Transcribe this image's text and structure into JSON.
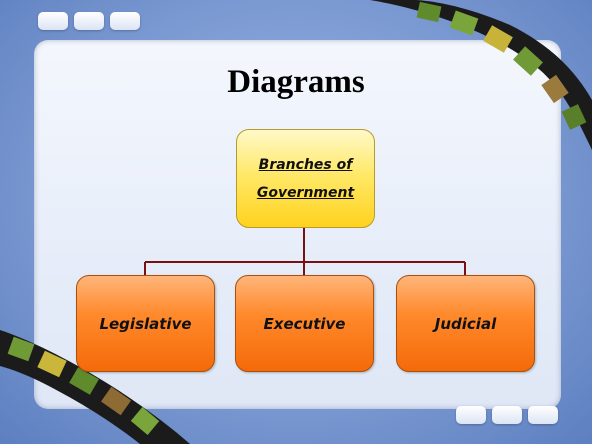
{
  "slide": {
    "title": "Diagrams"
  },
  "diagram": {
    "root": {
      "line1": "Branches of",
      "line2": "Government"
    },
    "children": [
      {
        "label": "Legislative"
      },
      {
        "label": "Executive"
      },
      {
        "label": "Judicial"
      }
    ]
  },
  "colors": {
    "background": "#7d9bd3",
    "panel": "#eef2fb",
    "root_fill": "#ffe45c",
    "child_fill": "#ff8a2c",
    "connector": "#7a1010"
  }
}
